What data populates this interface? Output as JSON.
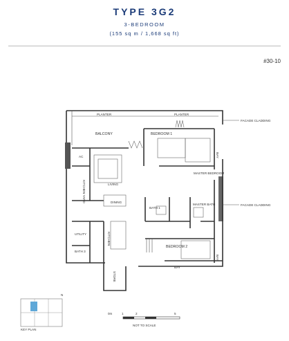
{
  "header": {
    "title": "TYPE 3G2",
    "subtitle": "3-BEDROOM",
    "area": "(155 sq m / 1,668 sq ft)",
    "unit_number": "#30-10"
  },
  "rooms": {
    "planter_left": "PLANTER",
    "planter_right": "PLANTER",
    "balcony": "BALCONY",
    "bedroom1": "BEDROOM 1",
    "bay_top": "BAY",
    "ac": "AC",
    "living": "LIVING",
    "dining": "DINING",
    "kitchen_yard": "KITCHEN YARD",
    "master_bedroom": "MASTER BEDROOM",
    "bath1": "BATH 1",
    "master_bath": "MASTER BATH",
    "utility": "UTILITY",
    "kitchen": "KITCHEN",
    "bath3": "BATH 3",
    "bedroom2": "BEDROOM 2",
    "bay_bottom": "BAY",
    "store": "STORE",
    "bay_right": "BAY"
  },
  "callouts": {
    "facade_top": "FACADE CLADDING",
    "facade_mid": "FACADE CLADDING"
  },
  "scale": {
    "tick0": "0m",
    "tick1": "1",
    "tick2": "2",
    "tick5": "5",
    "note": "NOT TO SCALE"
  },
  "key_plan": {
    "label": "KEY PLAN"
  },
  "colors": {
    "title": "#1b3b78",
    "highlight": "#5fa8d8"
  }
}
